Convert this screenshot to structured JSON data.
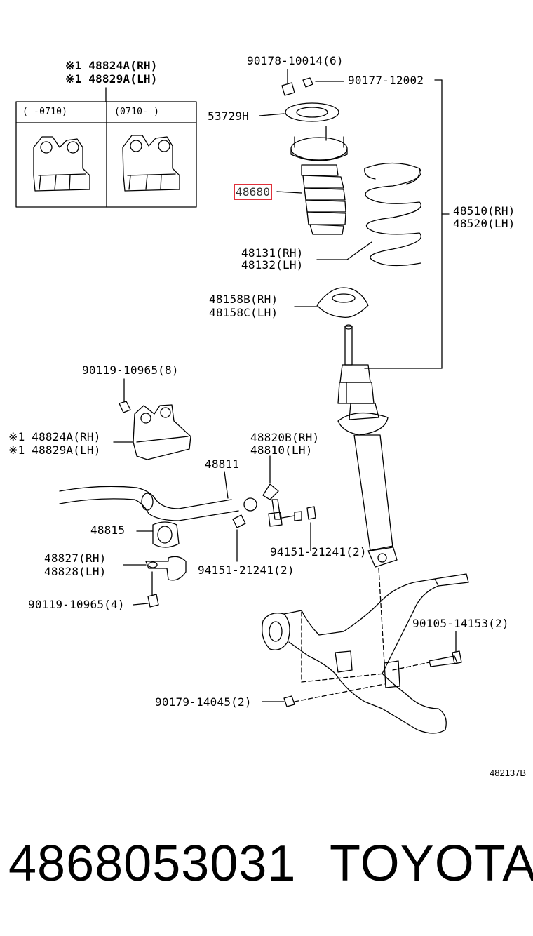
{
  "inset": {
    "title_rh": "※1 48824A(RH)",
    "title_lh": "※1 48829A(LH)",
    "col_left": "(   -0710)",
    "col_right": "(0710-   )"
  },
  "labels": {
    "nut_top": "90178-10014(6)",
    "nut_side": "90177-12002",
    "insulator": "53729H",
    "bound_stopper": "48680",
    "spring_rh": "48131(RH)",
    "spring_lh": "48132(LH)",
    "assy_rh": "48510(RH)",
    "assy_lh": "48520(LH)",
    "seat_rh": "48158B(RH)",
    "seat_lh": "48158C(LH)",
    "bolt_bracket": "90119-10965(8)",
    "bracket_rh": "※1 48824A(RH)",
    "bracket_lh": "※1 48829A(LH)",
    "link_rh": "48820B(RH)",
    "link_lh": "48810(LH)",
    "stabilizer": "48811",
    "bushing": "48815",
    "nut_link_right": "94151-21241(2)",
    "nut_link_left": "94151-21241(2)",
    "clamp_rh": "48827(RH)",
    "clamp_lh": "48828(LH)",
    "bolt_clamp": "90119-10965(4)",
    "bolt_arm": "90105-14153(2)",
    "nut_arm": "90179-14045(2)"
  },
  "figure_ref": "482137B",
  "footer": {
    "part_number": "4868053031",
    "brand": "TOYOTA"
  },
  "colors": {
    "line": "#000000",
    "highlight": "#e0303a"
  }
}
